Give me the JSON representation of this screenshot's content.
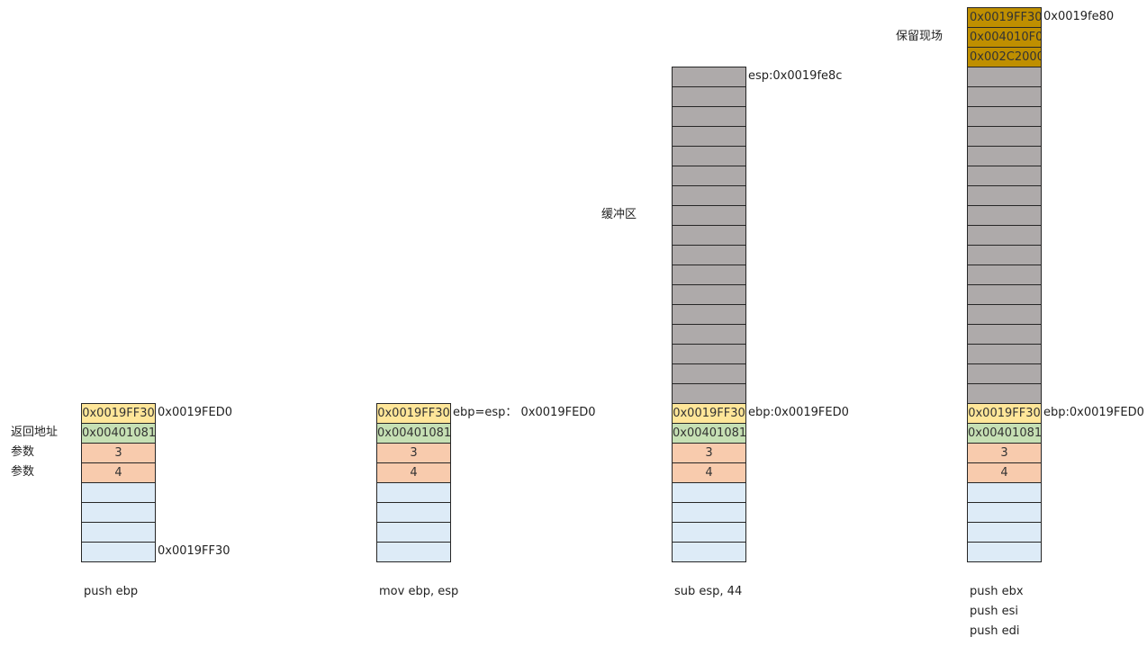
{
  "colors": {
    "yellow": "#FFE699",
    "green": "#C6E0B4",
    "orange": "#F8CBAD",
    "blue": "#DDEBF7",
    "gray": "#AEAAAA",
    "gold": "#BF8F00"
  },
  "panels": [
    {
      "caption": [
        "push ebp"
      ],
      "cells": [
        {
          "text": "0x0019FF30",
          "color": "yellow"
        },
        {
          "text": "0x00401081",
          "color": "green"
        },
        {
          "text": "3",
          "color": "orange"
        },
        {
          "text": "4",
          "color": "orange"
        },
        {
          "text": "",
          "color": "blue"
        },
        {
          "text": "",
          "color": "blue"
        },
        {
          "text": "",
          "color": "blue"
        },
        {
          "text": "",
          "color": "blue"
        }
      ],
      "right_labels": [
        {
          "row": 0,
          "text": "0x0019FED0"
        },
        {
          "row": 7,
          "text": "0x0019FF30"
        }
      ],
      "left_labels": [
        {
          "row": 1,
          "text": "返回地址"
        },
        {
          "row": 2,
          "text": "参数"
        },
        {
          "row": 3,
          "text": "参数"
        }
      ]
    },
    {
      "caption": [
        "mov ebp, esp"
      ],
      "cells": [
        {
          "text": "0x0019FF30",
          "color": "yellow"
        },
        {
          "text": "0x00401081",
          "color": "green"
        },
        {
          "text": "3",
          "color": "orange"
        },
        {
          "text": "4",
          "color": "orange"
        },
        {
          "text": "",
          "color": "blue"
        },
        {
          "text": "",
          "color": "blue"
        },
        {
          "text": "",
          "color": "blue"
        },
        {
          "text": "",
          "color": "blue"
        }
      ],
      "right_labels": [
        {
          "row": 0,
          "text": "ebp=esp：  0x0019FED0"
        }
      ],
      "left_labels": []
    },
    {
      "caption": [
        "sub esp, 44"
      ],
      "gray_rows": 17,
      "cells": [
        {
          "text": "0x0019FF30",
          "color": "yellow"
        },
        {
          "text": "0x00401081",
          "color": "green"
        },
        {
          "text": "3",
          "color": "orange"
        },
        {
          "text": "4",
          "color": "orange"
        },
        {
          "text": "",
          "color": "blue"
        },
        {
          "text": "",
          "color": "blue"
        },
        {
          "text": "",
          "color": "blue"
        },
        {
          "text": "",
          "color": "blue"
        }
      ],
      "right_labels": [
        {
          "row": -17,
          "text": "esp:0x0019fe8c"
        },
        {
          "row": 0,
          "text": "ebp:0x0019FED0"
        }
      ],
      "side_note": "缓冲区"
    },
    {
      "caption": [
        "push ebx",
        "push esi",
        "push edi"
      ],
      "gray_rows": 17,
      "top_cells": [
        {
          "text": "0x0019FF30",
          "color": "gold"
        },
        {
          "text": "0x004010F0",
          "color": "gold"
        },
        {
          "text": "0x002C2000",
          "color": "gold"
        }
      ],
      "cells": [
        {
          "text": "0x0019FF30",
          "color": "yellow"
        },
        {
          "text": "0x00401081",
          "color": "green"
        },
        {
          "text": "3",
          "color": "orange"
        },
        {
          "text": "4",
          "color": "orange"
        },
        {
          "text": "",
          "color": "blue"
        },
        {
          "text": "",
          "color": "blue"
        },
        {
          "text": "",
          "color": "blue"
        },
        {
          "text": "",
          "color": "blue"
        }
      ],
      "right_labels": [
        {
          "row": -20,
          "text": "0x0019fe80"
        },
        {
          "row": 0,
          "text": "ebp:0x0019FED0"
        }
      ],
      "side_note": "保留现场"
    }
  ]
}
